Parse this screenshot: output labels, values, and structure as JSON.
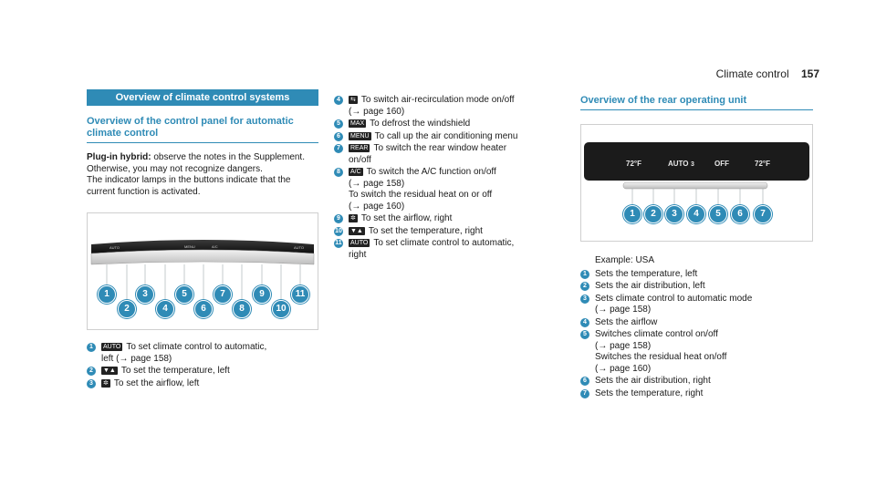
{
  "header": {
    "chapter": "Climate control",
    "page": "157"
  },
  "col1": {
    "section_title": "Overview of climate control systems",
    "subsection_title": "Overview of the control panel for automatic climate control",
    "note_label": "Plug-in hybrid:",
    "note_text": "observe the notes in the Supplement. Otherwise, you may not recognize dangers.",
    "indicator_text": "The indicator lamps in the buttons indicate that the current function is activated.",
    "panel_labels": [
      "AUTO",
      "MENU",
      "A/C",
      "AUTO"
    ],
    "items": [
      {
        "num": "1",
        "symbol": "AUTO",
        "lines": [
          "To set climate control to automatic,",
          "left (→ page 158)"
        ]
      },
      {
        "num": "2",
        "symbol": "▼▲",
        "lines": [
          "To set the temperature, left"
        ]
      },
      {
        "num": "3",
        "symbol": "✲",
        "lines": [
          "To set the airflow, left"
        ]
      }
    ]
  },
  "col2": {
    "items": [
      {
        "num": "4",
        "symbol": "⇆",
        "lines": [
          "To switch air-recirculation mode on/off",
          "(→ page 160)"
        ]
      },
      {
        "num": "5",
        "symbol": "MAX",
        "lines": [
          "To defrost the windshield"
        ]
      },
      {
        "num": "6",
        "symbol": "MENU",
        "lines": [
          "To call up the air conditioning menu"
        ]
      },
      {
        "num": "7",
        "symbol": "REAR",
        "lines": [
          "To switch the rear window heater",
          "on/off"
        ]
      },
      {
        "num": "8",
        "symbol": "A/C",
        "lines": [
          "To switch the A/C function on/off",
          "(→ page 158)",
          "To switch the residual heat on or off",
          "(→ page 160)"
        ]
      },
      {
        "num": "9",
        "symbol": "✲",
        "lines": [
          "To set the airflow, right"
        ]
      },
      {
        "num": "10",
        "symbol": "▼▲",
        "lines": [
          "To set the temperature, right"
        ]
      },
      {
        "num": "11",
        "symbol": "AUTO",
        "lines": [
          "To set climate control to automatic,",
          "right"
        ]
      }
    ]
  },
  "col3": {
    "subsection_title": "Overview of the rear operating unit",
    "display": {
      "temp_left": "72°F",
      "auto": "AUTO",
      "fan": "3",
      "rest": "OFF",
      "temp_right": "72°F"
    },
    "example": "Example: USA",
    "items": [
      {
        "num": "1",
        "lines": [
          "Sets the temperature, left"
        ]
      },
      {
        "num": "2",
        "lines": [
          "Sets the air distribution, left"
        ]
      },
      {
        "num": "3",
        "lines": [
          "Sets climate control to automatic mode",
          "(→ page 158)"
        ]
      },
      {
        "num": "4",
        "lines": [
          "Sets the airflow"
        ]
      },
      {
        "num": "5",
        "lines": [
          "Switches climate control on/off",
          "(→ page 158)",
          "Switches the residual heat on/off",
          "(→ page 160)"
        ]
      },
      {
        "num": "6",
        "lines": [
          "Sets the air distribution, right"
        ]
      },
      {
        "num": "7",
        "lines": [
          "Sets the temperature, right"
        ]
      }
    ]
  }
}
